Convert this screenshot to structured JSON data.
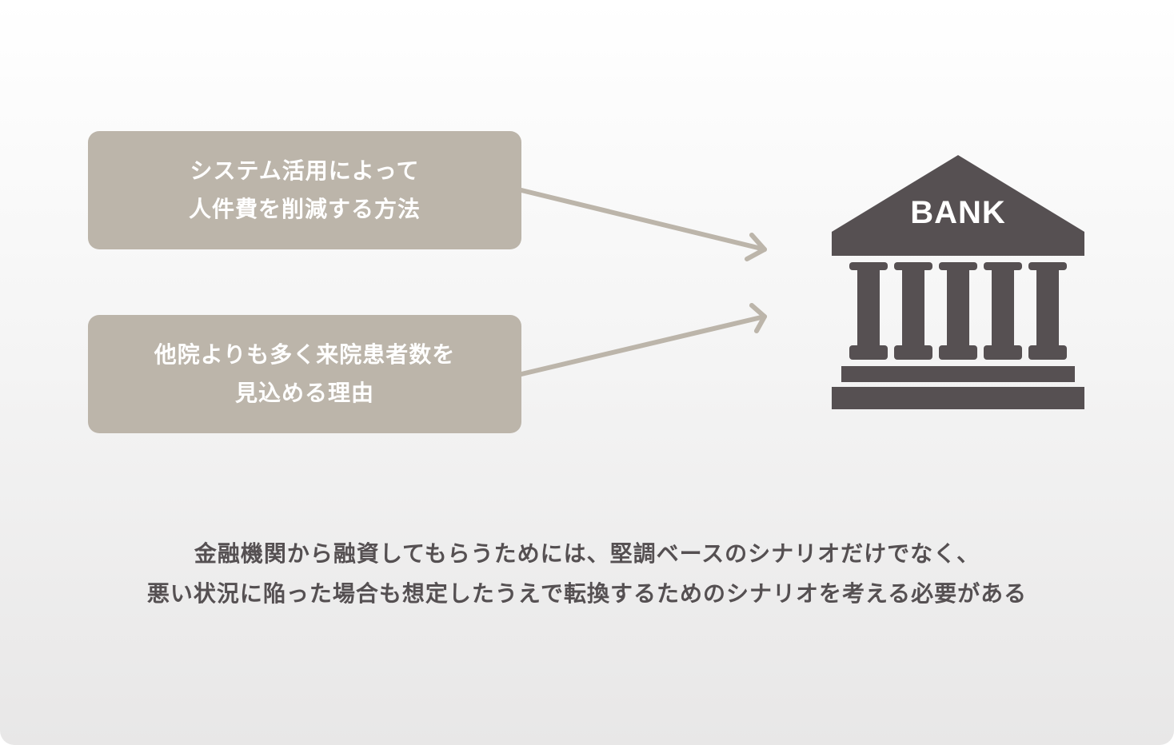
{
  "diagram": {
    "box_top": {
      "line1": "システム活用によって",
      "line2": "人件費を削減する方法"
    },
    "box_bottom": {
      "line1": "他院よりも多く来院患者数を",
      "line2": "見込める理由"
    },
    "bank": {
      "label": "BANK",
      "icon": "bank-building-icon"
    },
    "caption": {
      "line1": "金融機関から融資してもらうためには、堅調ベースのシナリオだけでなく、",
      "line2": "悪い状況に陥った場合も想定したうえで転換するためのシナリオを考える必要がある"
    }
  },
  "colors": {
    "box_fill": "#bcb5aa",
    "arrow": "#bcb5aa",
    "bank": "#565052",
    "caption_text": "#555052",
    "box_text": "#ffffff"
  }
}
